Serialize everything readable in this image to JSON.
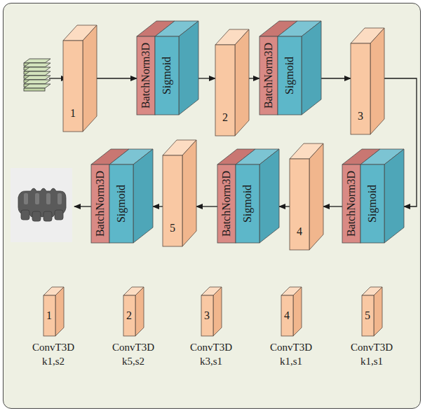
{
  "diagram": {
    "nodes": [
      {
        "text": [
          "1"
        ]
      },
      {
        "text": [
          "BatchNorm3D",
          "Sigmoid"
        ]
      },
      {
        "text": [
          "2"
        ]
      },
      {
        "text": [
          "BatchNorm3D",
          "Sigmoid"
        ]
      },
      {
        "text": [
          "3"
        ]
      },
      {
        "text": [
          "BatchNorm3D",
          "Sigmoid"
        ]
      },
      {
        "text": [
          "4"
        ]
      },
      {
        "text": [
          "BatchNorm3D",
          "Sigmoid"
        ]
      },
      {
        "text": [
          "5"
        ]
      },
      {
        "text": [
          "BatchNorm3D",
          "Sigmoid"
        ]
      },
      {
        "text": [
          "1",
          "ConvT3D k1,s2"
        ]
      },
      {
        "text": [
          "2",
          "ConvT3D k5,s2"
        ]
      },
      {
        "text": [
          "3",
          "ConvT3D k3,s1"
        ]
      },
      {
        "text": [
          "4",
          "ConvT3D k1,s1"
        ]
      },
      {
        "text": [
          "5",
          "ConvT3D k1,s1"
        ]
      }
    ],
    "edges": [
      {
        "from": 0,
        "to": 1,
        "arrow": "to"
      },
      {
        "from": 1,
        "to": 2,
        "arrow": "to"
      },
      {
        "from": 2,
        "to": 3,
        "arrow": "to"
      },
      {
        "from": 3,
        "to": 4,
        "arrow": "to"
      },
      {
        "from": 4,
        "to": 5,
        "arrow": "to"
      },
      {
        "from": 5,
        "to": 6,
        "arrow": "to"
      },
      {
        "from": 6,
        "to": 7,
        "arrow": "to"
      },
      {
        "from": 7,
        "to": 8,
        "arrow": "to"
      },
      {
        "from": 8,
        "to": 9,
        "arrow": "to"
      }
    ]
  }
}
